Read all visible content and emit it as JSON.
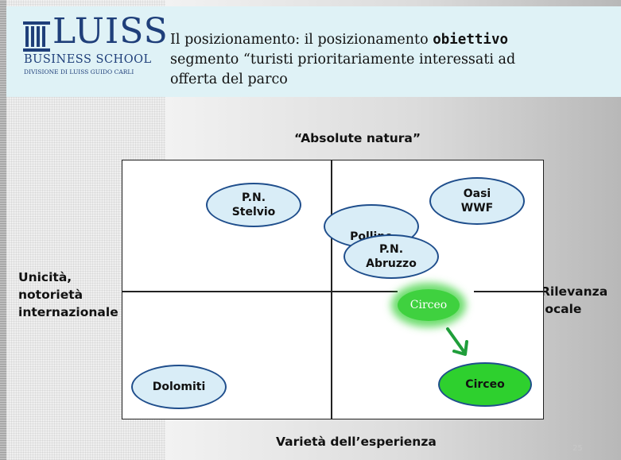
{
  "logo": {
    "name": "LUISS",
    "subtitle": "BUSINESS SCHOOL",
    "division": "DIVISIONE DI LUISS GUIDO CARLI"
  },
  "title": {
    "line1_pre": "Il posizionamento: il posizionamento ",
    "line1_bold": "obiettivo",
    "line2": "segmento “turisti prioritariamente interessati ad",
    "line3": "offerta del parco"
  },
  "axes": {
    "top": "“Absolute natura”",
    "bottom": "Varietà dell’esperienza",
    "left_lines": [
      "Unicità,",
      "notorietà",
      "internazionale"
    ],
    "right_lines": [
      "Rilevanza",
      "locale"
    ]
  },
  "bubbles": {
    "stelvio": [
      "P.N.",
      "Stelvio"
    ],
    "oasi": [
      "Oasi",
      "WWF"
    ],
    "pollino": "Pollino",
    "abruzzo": [
      "P.N.",
      "Abruzzo"
    ],
    "dolomiti": "Dolomiti",
    "circeo_old": "Circeo",
    "circeo_new": "Circeo"
  },
  "colors": {
    "header_bg": "#dff2f6",
    "logo_blue": "#1f3f7a",
    "bubble_fill": "#d9edf7",
    "bubble_border": "#1f4e8c",
    "circeo_green": "#2ed02e",
    "arrow_green": "#1f9e3a"
  },
  "page_number": "25"
}
